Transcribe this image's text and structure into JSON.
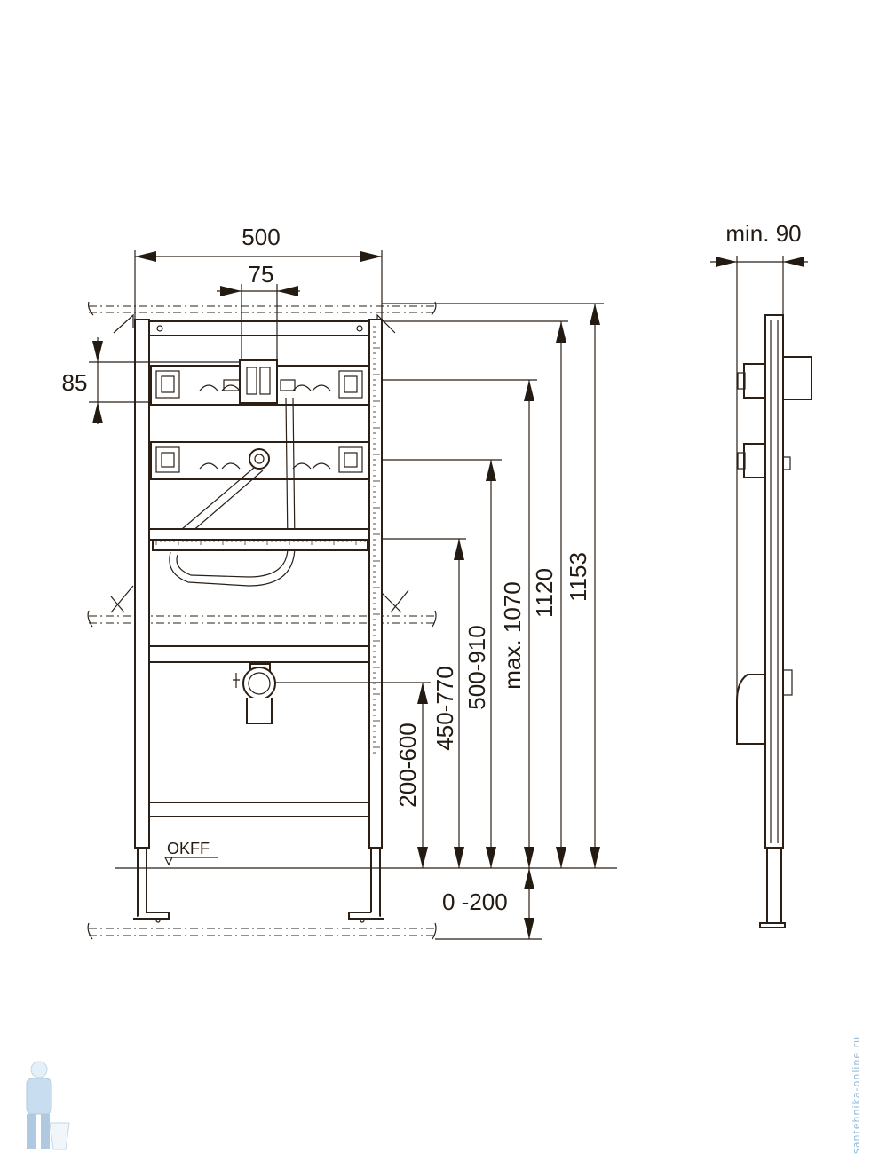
{
  "front_view": {
    "width_label": "500",
    "inner_width_label": "75",
    "side_label": "85",
    "okff_label": "OKFF",
    "heights": [
      {
        "id": "1153",
        "label": "1153"
      },
      {
        "id": "1120",
        "label": "1120"
      },
      {
        "id": "max1070",
        "label": "max. 1070"
      },
      {
        "id": "500-910",
        "label": "500-910"
      },
      {
        "id": "450-770",
        "label": "450-770"
      },
      {
        "id": "200-600",
        "label": "200-600"
      }
    ],
    "leg_label": "0 -200"
  },
  "side_view": {
    "depth_label": "min. 90"
  },
  "watermark": {
    "text": "santehnika-online.ru"
  },
  "colors": {
    "line": "#2b1f16",
    "watermark": "#8fb8d8"
  }
}
